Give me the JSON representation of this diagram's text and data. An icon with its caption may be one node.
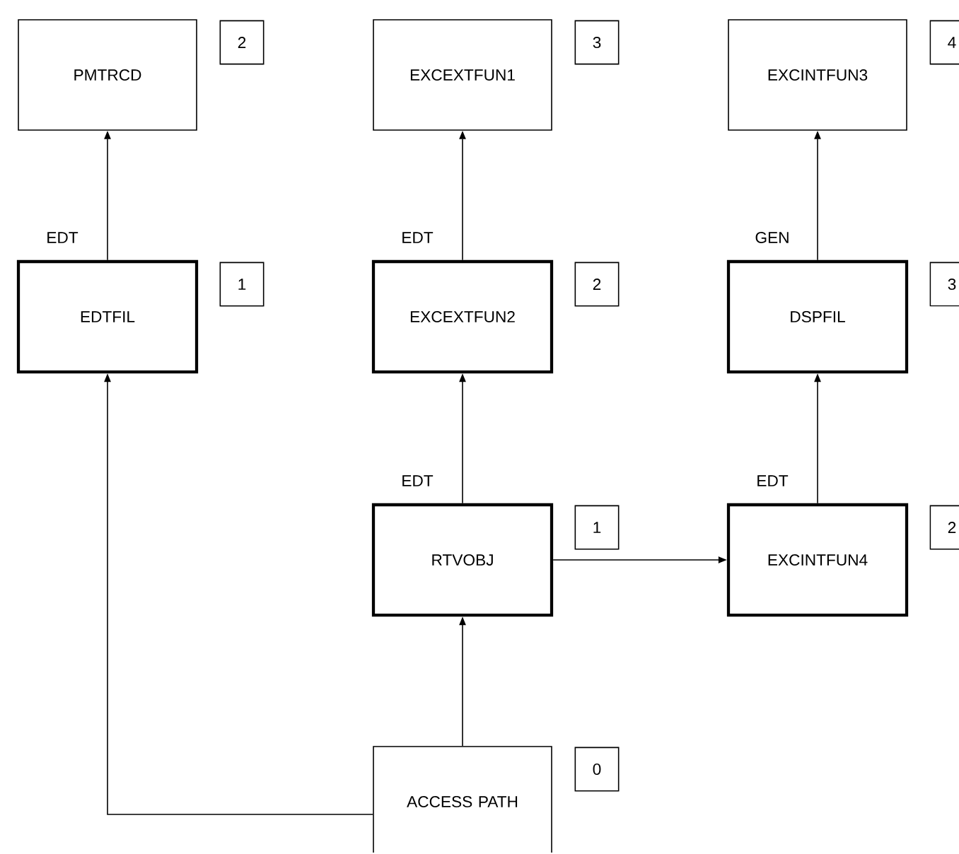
{
  "diagram": {
    "nodes": [
      {
        "text": [
          "PMTRCD"
        ],
        "beside": [
          "2"
        ]
      },
      {
        "text": [
          "EXCEXTFUN1"
        ],
        "beside": [
          "3"
        ]
      },
      {
        "text": [
          "EXCINTFUN3"
        ],
        "beside": [
          "4"
        ]
      },
      {
        "text": [
          "EDTFIL"
        ],
        "beside": [
          "EDT",
          "1"
        ]
      },
      {
        "text": [
          "EXCEXTFUN2"
        ],
        "beside": [
          "EDT",
          "2"
        ]
      },
      {
        "text": [
          "DSPFIL"
        ],
        "beside": [
          "GEN",
          "3"
        ]
      },
      {
        "text": [
          "RTVOBJ"
        ],
        "beside": [
          "EDT",
          "1"
        ]
      },
      {
        "text": [
          "EXCINTFUN4"
        ],
        "beside": [
          "EDT",
          "2"
        ]
      },
      {
        "text": [
          "ACCESS PATH"
        ],
        "beside": [
          "0"
        ]
      }
    ],
    "edges": [
      {
        "from": 3,
        "to": 0,
        "arrow": "to"
      },
      {
        "from": 4,
        "to": 1,
        "arrow": "to"
      },
      {
        "from": 5,
        "to": 2,
        "arrow": "to"
      },
      {
        "from": 6,
        "to": 4,
        "arrow": "to"
      },
      {
        "from": 7,
        "to": 5,
        "arrow": "to"
      },
      {
        "from": 6,
        "to": 7,
        "arrow": "to"
      },
      {
        "from": 8,
        "to": 6,
        "arrow": "to"
      },
      {
        "from": 8,
        "to": 3,
        "arrow": "to"
      }
    ]
  }
}
